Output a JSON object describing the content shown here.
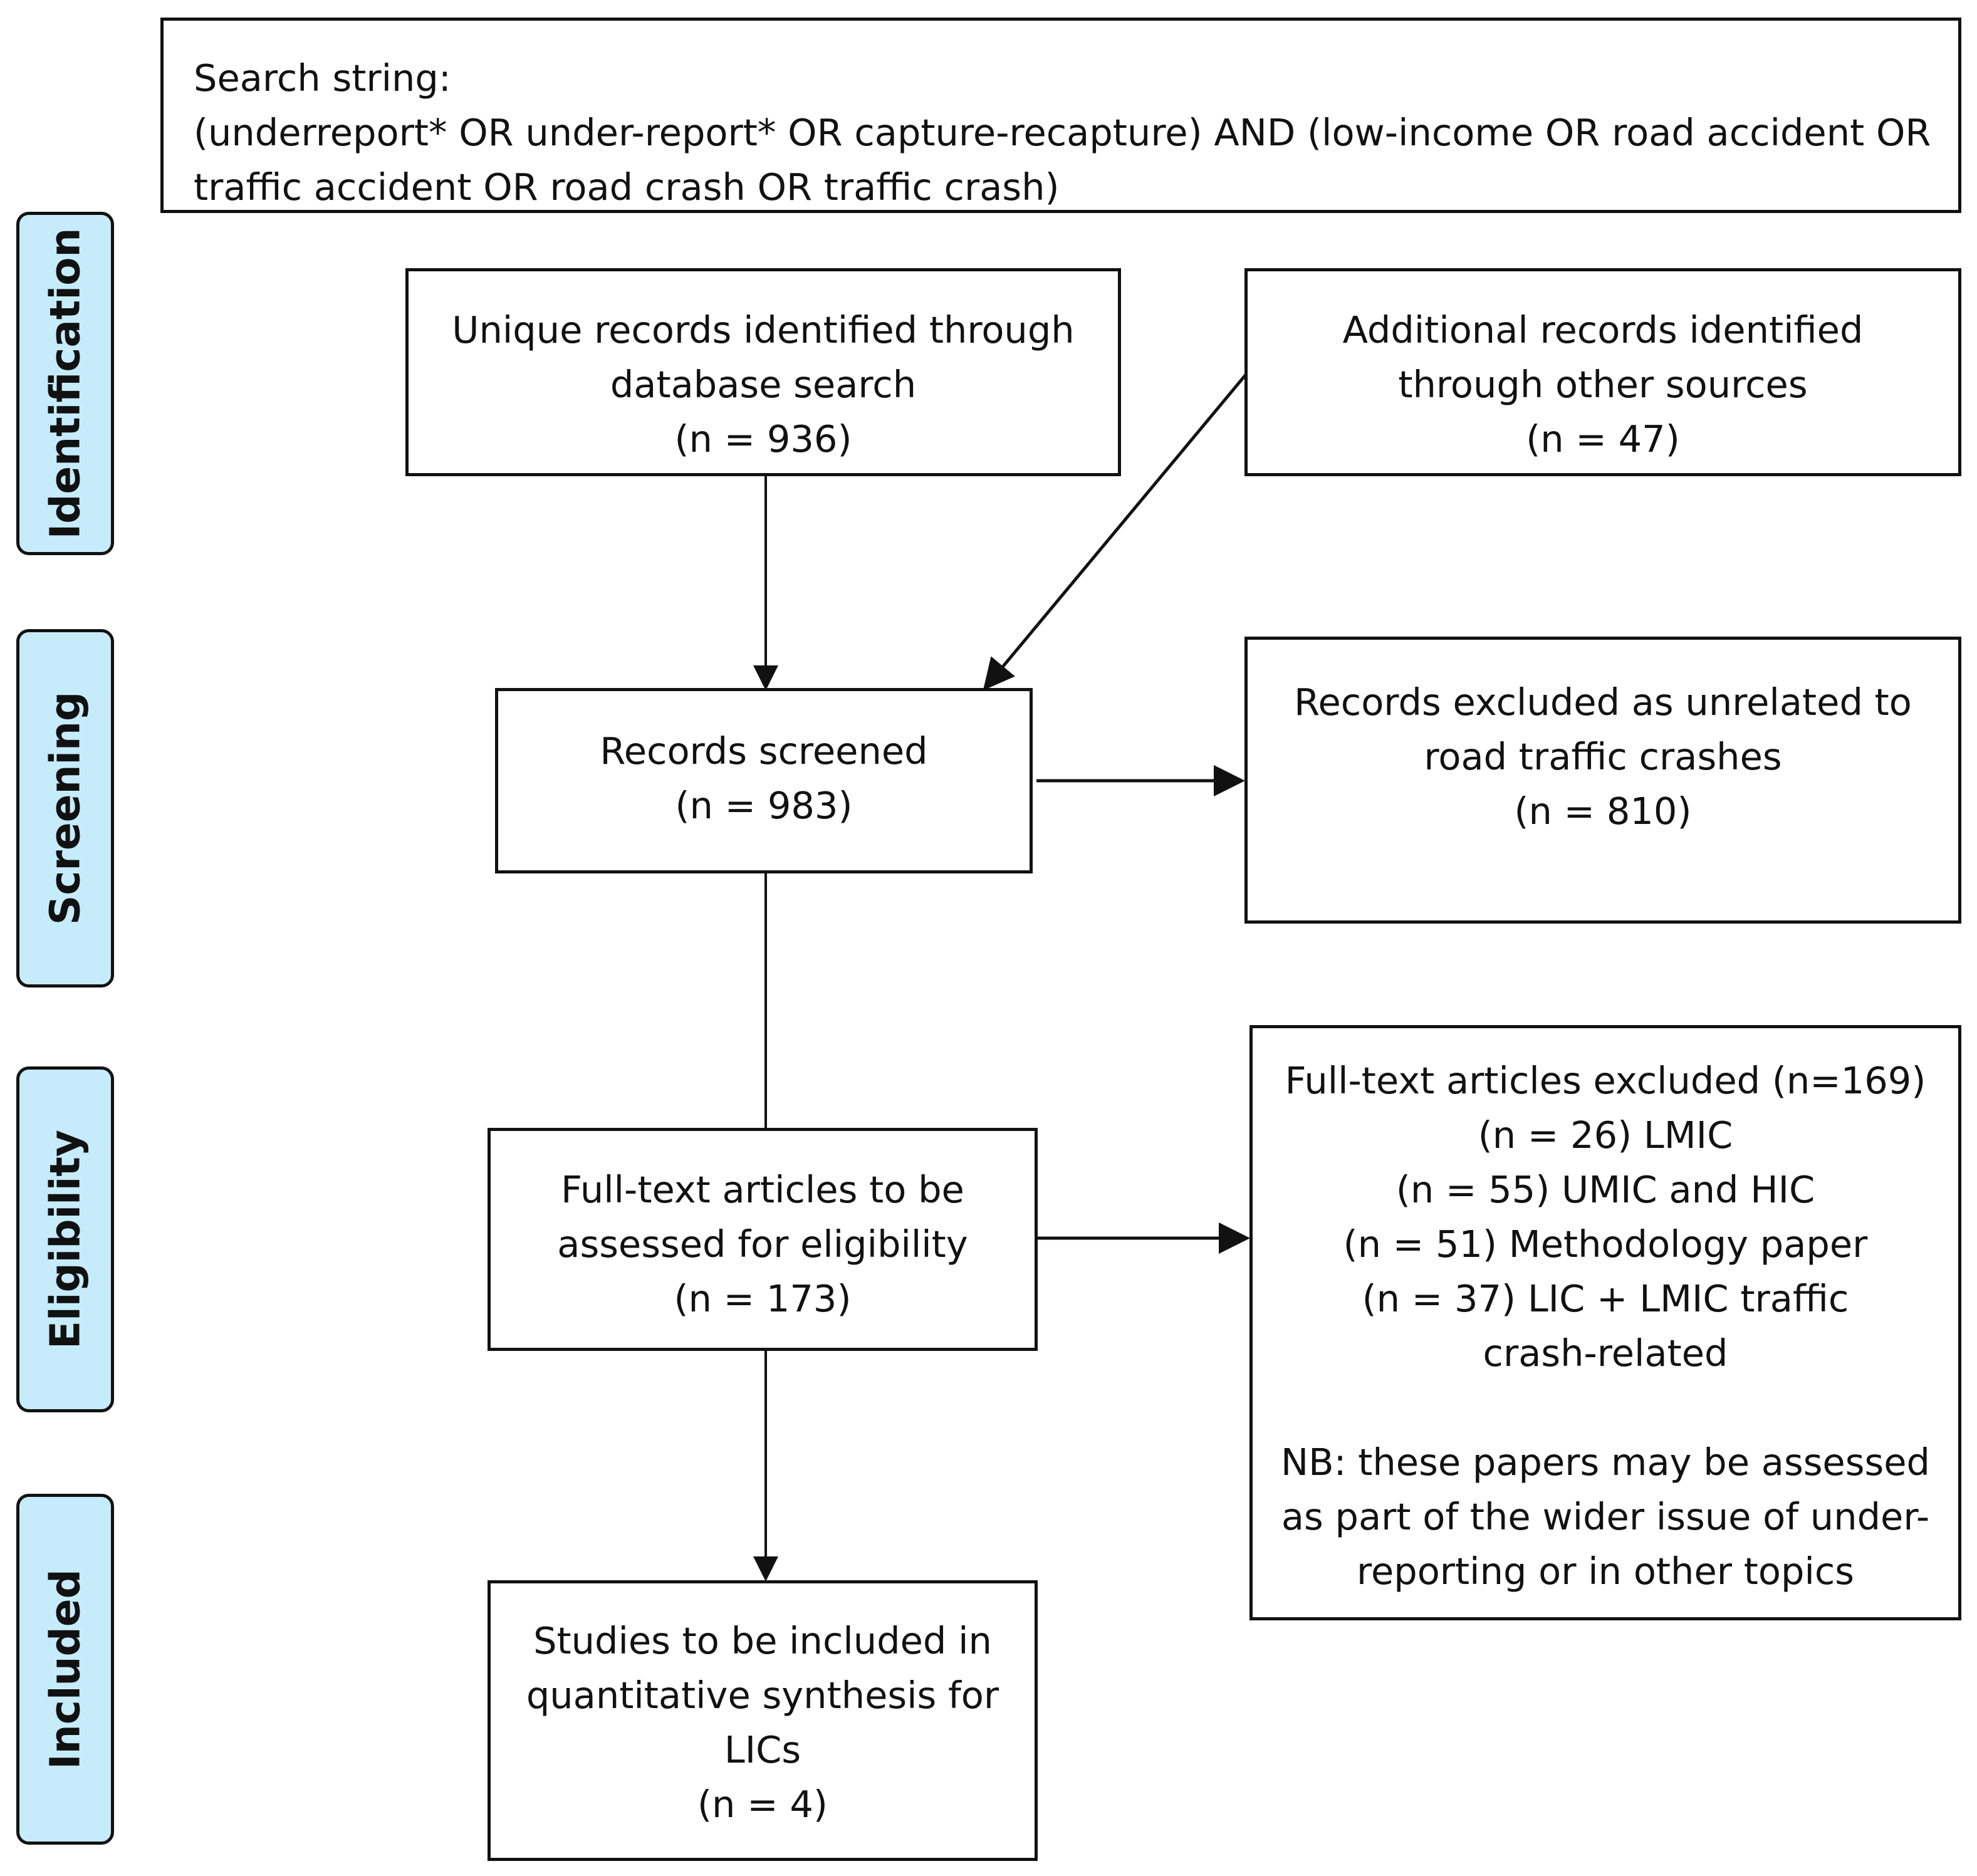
{
  "search_box": {
    "lines": [
      "Search string:",
      "(underreport* OR under-report* OR capture-recapture) AND (low-income OR road accident OR",
      "traffic accident OR road crash OR traffic crash)"
    ]
  },
  "stages": {
    "identification": "Identification",
    "screening": "Screening",
    "eligibility": "Eligibility",
    "included": "Included"
  },
  "boxes": {
    "database_records": {
      "lines": [
        "Unique records identified through",
        "database search",
        "(n = 936)"
      ]
    },
    "additional_records": {
      "lines": [
        "Additional records identified",
        "through other sources",
        "(n = 47)"
      ]
    },
    "records_screened": {
      "lines": [
        "Records screened",
        "(n = 983)"
      ]
    },
    "records_excluded": {
      "lines": [
        "Records excluded as unrelated to",
        "road traffic crashes",
        "(n = 810)"
      ]
    },
    "fulltext_assessed": {
      "lines": [
        "Full-text articles to be",
        "assessed for eligibility",
        "(n = 173)"
      ]
    },
    "fulltext_excluded": {
      "lines": [
        "Full-text articles excluded (n=169)",
        "(n = 26) LMIC",
        "(n = 55) UMIC and HIC",
        "(n = 51) Methodology paper",
        "(n = 37) LIC + LMIC traffic",
        "crash-related",
        "",
        "NB: these papers may be assessed",
        "as part of the wider issue of under-",
        "reporting or in other topics"
      ]
    },
    "studies_included": {
      "lines": [
        "Studies to be included in",
        "quantitative synthesis for",
        "LICs",
        "(n = 4)"
      ]
    }
  },
  "colors": {
    "stage_fill": "#c6ecfb",
    "stroke": "#111111",
    "box_fill": "#ffffff"
  }
}
